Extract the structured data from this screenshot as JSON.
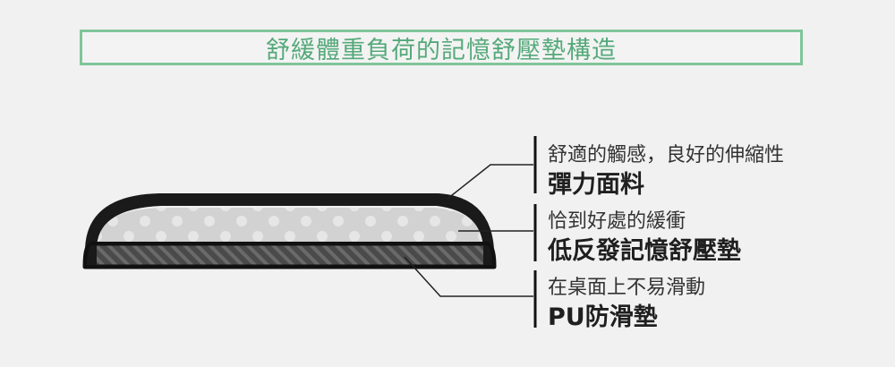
{
  "title": "舒緩體重負荷的記憶舒壓墊構造",
  "layers": [
    {
      "desc": "舒適的觸感，良好的伸縮性",
      "name": "彈力面料"
    },
    {
      "desc": "恰到好處的緩衝",
      "name": "低反發記憶舒壓墊"
    },
    {
      "desc": "在桌面上不易滑動",
      "name": "PU防滑墊"
    }
  ],
  "colors": {
    "frame": "#7fc59a",
    "title": "#55a97a",
    "cover": "#1a1a1a",
    "foam": "#d2d2d2",
    "dots": "#e6e6e6",
    "base": "#555555"
  }
}
